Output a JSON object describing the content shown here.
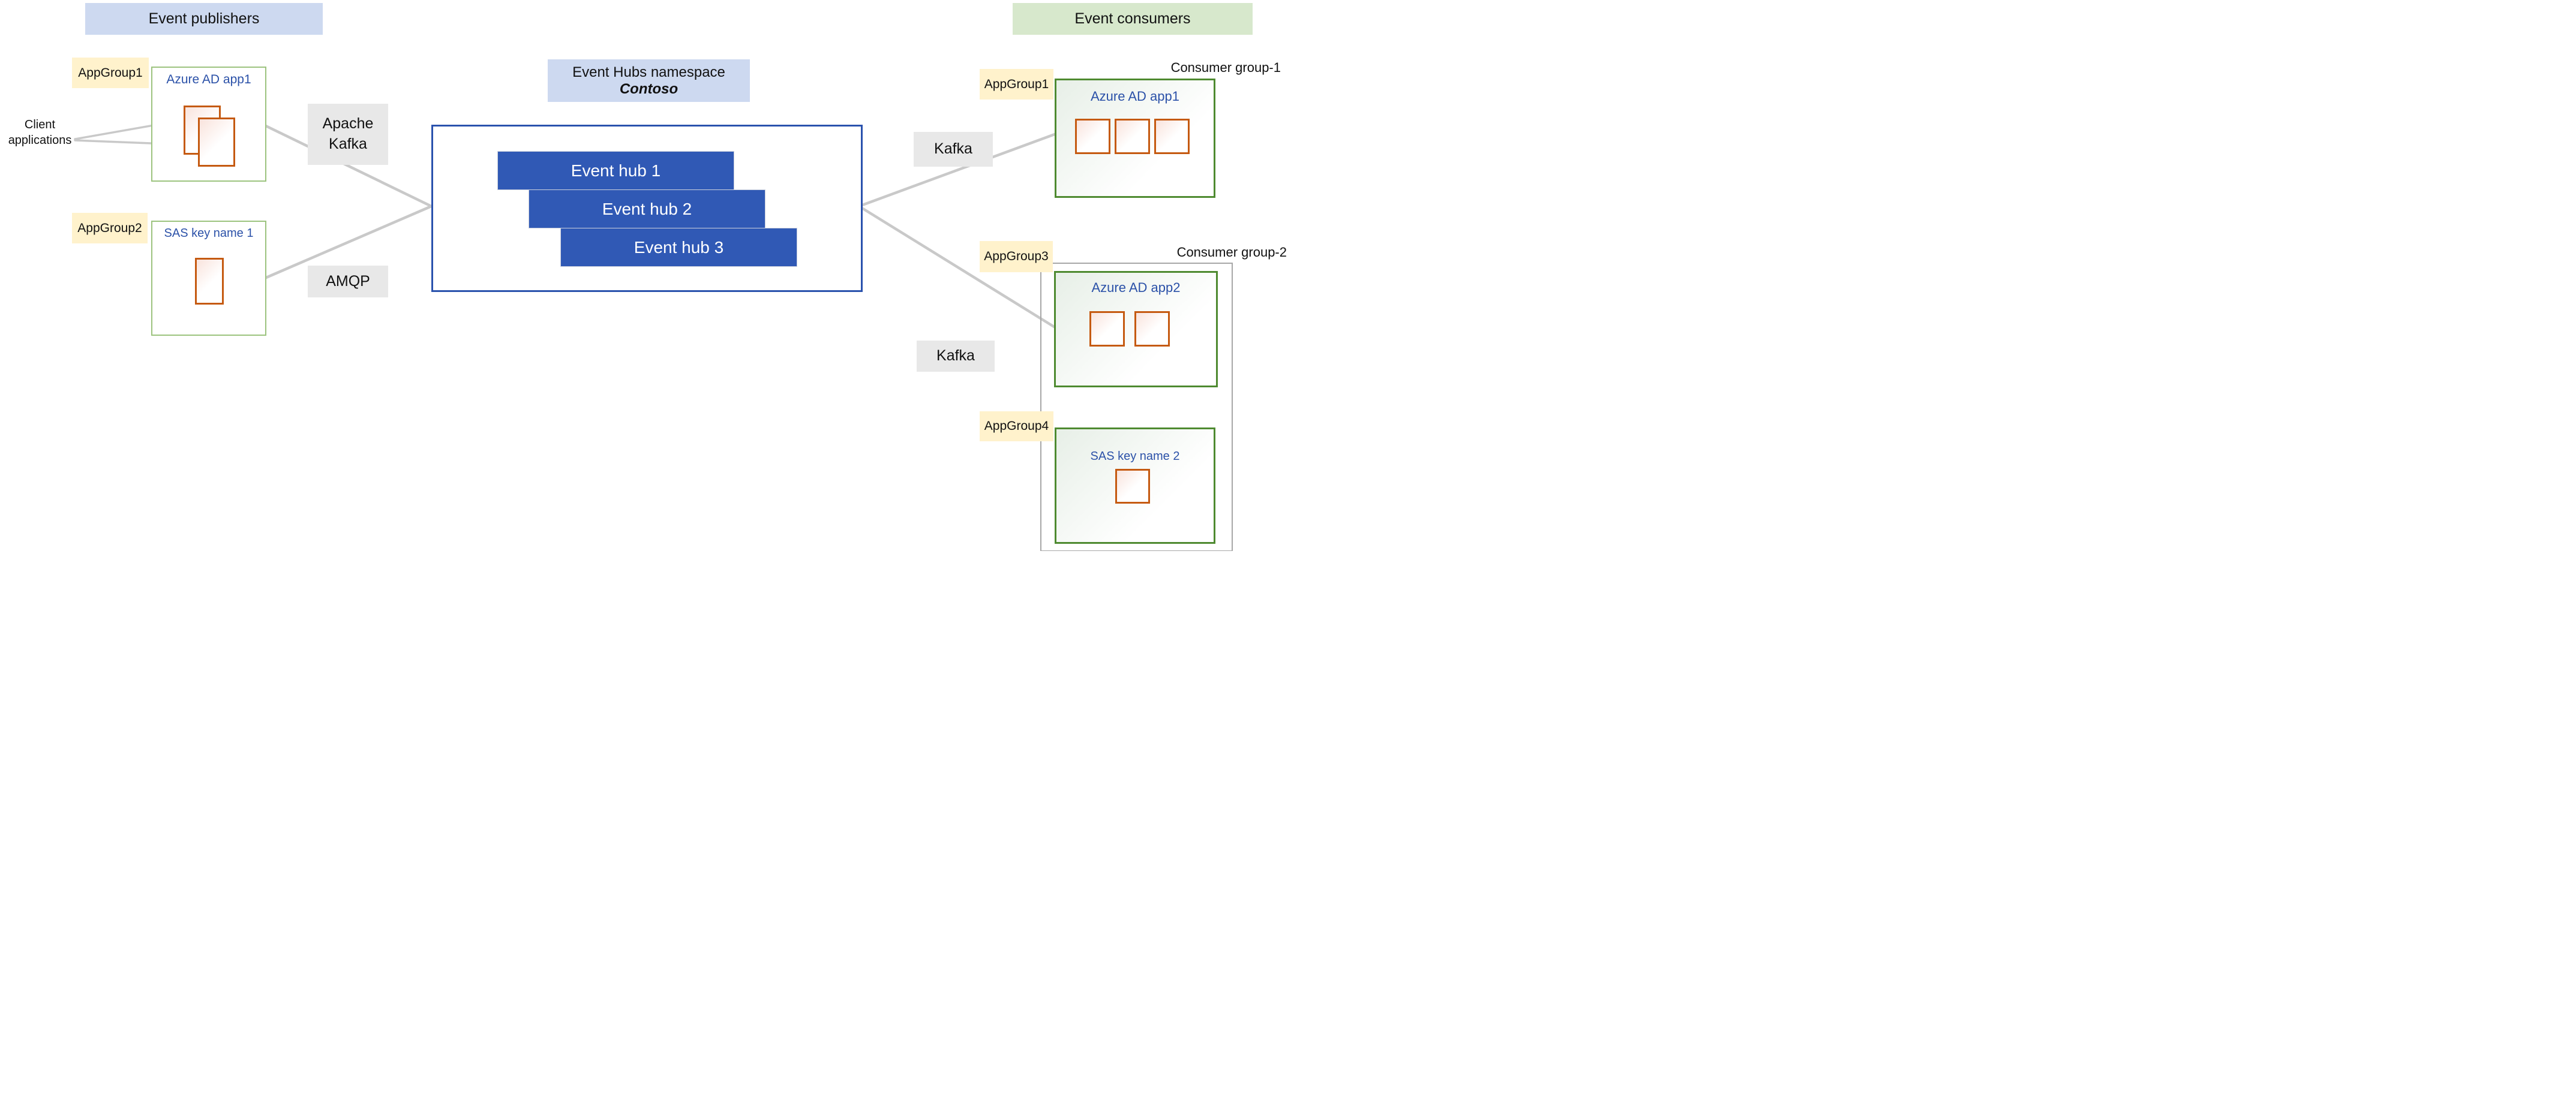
{
  "publishers": {
    "banner": "Event publishers",
    "client_apps": {
      "line1": "Client",
      "line2": "applications"
    },
    "group1": {
      "label": "AppGroup1",
      "box_title": "Azure AD app1"
    },
    "group2": {
      "label": "AppGroup2",
      "box_title": "SAS key name 1"
    },
    "protocol_kafka": {
      "line1": "Apache",
      "line2": "Kafka"
    },
    "protocol_amqp": "AMQP"
  },
  "namespace": {
    "title": "Event Hubs namespace",
    "name": "Contoso",
    "hubs": [
      "Event hub 1",
      "Event hub 2",
      "Event hub 3"
    ]
  },
  "consumers": {
    "banner": "Event consumers",
    "kafka_top": "Kafka",
    "kafka_bottom": "Kafka",
    "group1": {
      "caption": "Consumer group-1",
      "app_label": "AppGroup1",
      "box_title": "Azure AD app1"
    },
    "group2": {
      "caption": "Consumer group-2",
      "app_label3": "AppGroup3",
      "box_title_app2": "Azure AD app2",
      "app_label4": "AppGroup4",
      "box_title_sas2": "SAS key name 2"
    }
  },
  "colors": {
    "publisher_banner_bg": "#CDD9F0",
    "consumer_banner_bg": "#D7E8CC",
    "appgroup_bg": "#FFF2CC",
    "publisher_box_border": "#9CC37E",
    "consumer_box_border": "#4E8A30",
    "app_icon_border": "#C55A11",
    "hub_bar_fill": "#3059B5",
    "namespace_border": "#2A52AD",
    "namespace_label_bg": "#CDD9F0",
    "protocol_label_bg": "#E8E8E8",
    "connector_line": "#C9C9C9",
    "consumer_group2_border": "#A7A7A7",
    "blue_text": "#2B51A8"
  }
}
